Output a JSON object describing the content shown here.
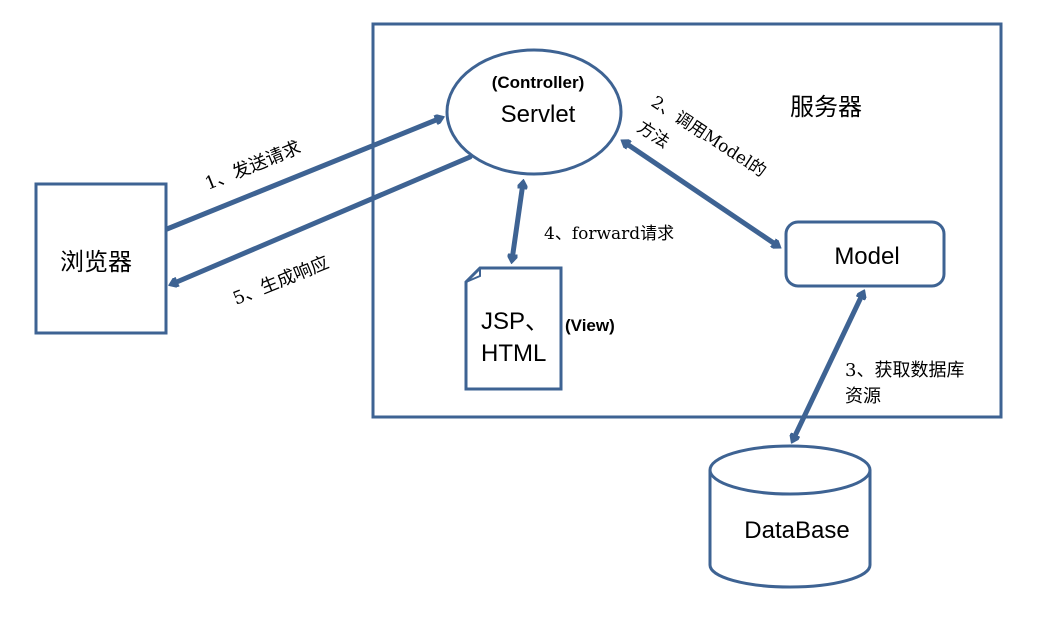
{
  "diagram": {
    "title": "MVC request flow",
    "colors": {
      "stroke": "#3e6393",
      "background": "#ffffff",
      "text": "#000000"
    },
    "nodes": {
      "server": {
        "label": "服务器"
      },
      "browser": {
        "label": "浏览器"
      },
      "controller": {
        "role": "(Controller)",
        "label": "Servlet"
      },
      "view": {
        "line1": "JSP、",
        "line2": "HTML",
        "role": "(View)"
      },
      "model": {
        "label": "Model"
      },
      "database": {
        "label": "DataBase"
      }
    },
    "edges": [
      {
        "id": "send-request",
        "from": "browser",
        "to": "controller",
        "label": "1、发送请求",
        "direction": "one-way"
      },
      {
        "id": "call-model",
        "from": "controller",
        "to": "model",
        "label_line1": "2、调用Model的",
        "label_line2": "方法",
        "direction": "two-way"
      },
      {
        "id": "get-db",
        "from": "model",
        "to": "database",
        "label_line1": "3、获取数据库",
        "label_line2": "资源",
        "direction": "two-way"
      },
      {
        "id": "forward",
        "from": "controller",
        "to": "view",
        "label": "4、forward请求",
        "direction": "two-way"
      },
      {
        "id": "response",
        "from": "controller",
        "to": "browser",
        "label": "5、生成响应",
        "direction": "one-way"
      }
    ]
  }
}
